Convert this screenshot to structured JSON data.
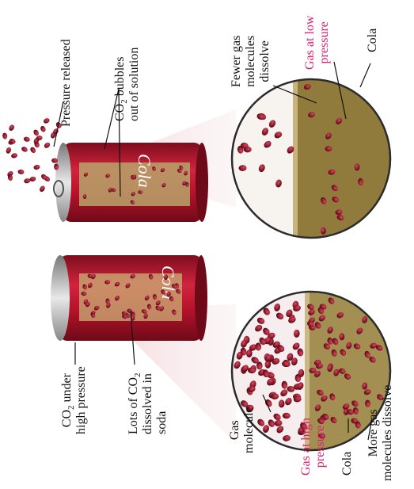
{
  "colors": {
    "can_red": "#b3122a",
    "can_dark": "#6e0a18",
    "cola": "#8f7a3c",
    "cola_light": "#b9a767",
    "molecule": "#8e1a2c",
    "pink_label": "#d6246e",
    "beam": "#f2ccd2"
  },
  "can_logo_text": "Cola",
  "top_panel": {
    "pressure_released": "Pressure released",
    "bubbles_line1_pre": "CO",
    "bubbles_line1_sub": "2",
    "bubbles_line1_post": " bubbles",
    "bubbles_line2": "out of solution",
    "fewer_line1": "Fewer gas",
    "fewer_line2": "molecules",
    "fewer_line3": "dissolve",
    "low_line1": "Gas at low",
    "low_line2": "pressure",
    "cola": "Cola"
  },
  "bottom_panel": {
    "co2_line1_pre": "CO",
    "co2_line1_sub": "2",
    "co2_line1_post": " under",
    "co2_line2": "high pressure",
    "lots_line1_pre": "Lots of CO",
    "lots_line1_sub": "2",
    "lots_line2": "dissolved in",
    "lots_line3": "soda",
    "gas_line1": "Gas",
    "gas_line2": "molecule",
    "high_line1": "Gas at high",
    "high_line2": "pressure",
    "cola": "Cola",
    "more_line1": "More gas",
    "more_line2": "molecules dissolve"
  }
}
